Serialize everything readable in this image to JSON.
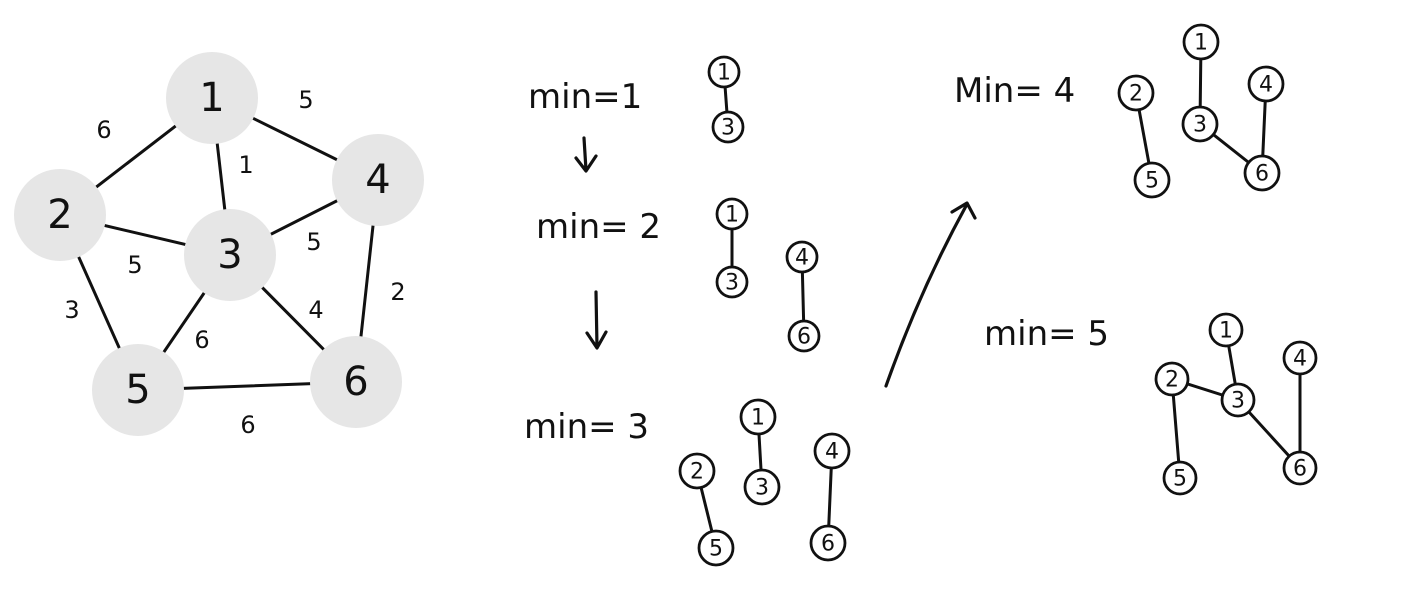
{
  "graph": {
    "nodes": [
      {
        "id": "1",
        "label": "1"
      },
      {
        "id": "2",
        "label": "2"
      },
      {
        "id": "3",
        "label": "3"
      },
      {
        "id": "4",
        "label": "4"
      },
      {
        "id": "5",
        "label": "5"
      },
      {
        "id": "6",
        "label": "6"
      }
    ],
    "edges": [
      {
        "from": "1",
        "to": "2",
        "weight": "6"
      },
      {
        "from": "1",
        "to": "3",
        "weight": "1"
      },
      {
        "from": "1",
        "to": "4",
        "weight": "5"
      },
      {
        "from": "2",
        "to": "3",
        "weight": "5"
      },
      {
        "from": "2",
        "to": "5",
        "weight": "3"
      },
      {
        "from": "3",
        "to": "4",
        "weight": "5"
      },
      {
        "from": "3",
        "to": "5",
        "weight": "6"
      },
      {
        "from": "3",
        "to": "6",
        "weight": "4"
      },
      {
        "from": "4",
        "to": "6",
        "weight": "2"
      },
      {
        "from": "5",
        "to": "6",
        "weight": "6"
      }
    ]
  },
  "steps": [
    {
      "label": "min=1",
      "nodes": [
        "1",
        "3"
      ],
      "edges": [
        [
          "1",
          "3"
        ]
      ]
    },
    {
      "label": "min= 2",
      "nodes": [
        "1",
        "3",
        "4",
        "6"
      ],
      "edges": [
        [
          "1",
          "3"
        ],
        [
          "4",
          "6"
        ]
      ]
    },
    {
      "label": "min= 3",
      "nodes": [
        "2",
        "5",
        "1",
        "3",
        "4",
        "6"
      ],
      "edges": [
        [
          "2",
          "5"
        ],
        [
          "1",
          "3"
        ],
        [
          "4",
          "6"
        ]
      ]
    },
    {
      "label": "Min= 4",
      "nodes": [
        "2",
        "5",
        "1",
        "3",
        "4",
        "6"
      ],
      "edges": [
        [
          "2",
          "5"
        ],
        [
          "1",
          "3"
        ],
        [
          "3",
          "6"
        ],
        [
          "4",
          "6"
        ]
      ]
    },
    {
      "label": "min= 5",
      "nodes": [
        "1",
        "2",
        "3",
        "4",
        "5",
        "6"
      ],
      "edges": [
        [
          "1",
          "3"
        ],
        [
          "2",
          "3"
        ],
        [
          "2",
          "5"
        ],
        [
          "3",
          "6"
        ],
        [
          "4",
          "6"
        ]
      ]
    }
  ]
}
